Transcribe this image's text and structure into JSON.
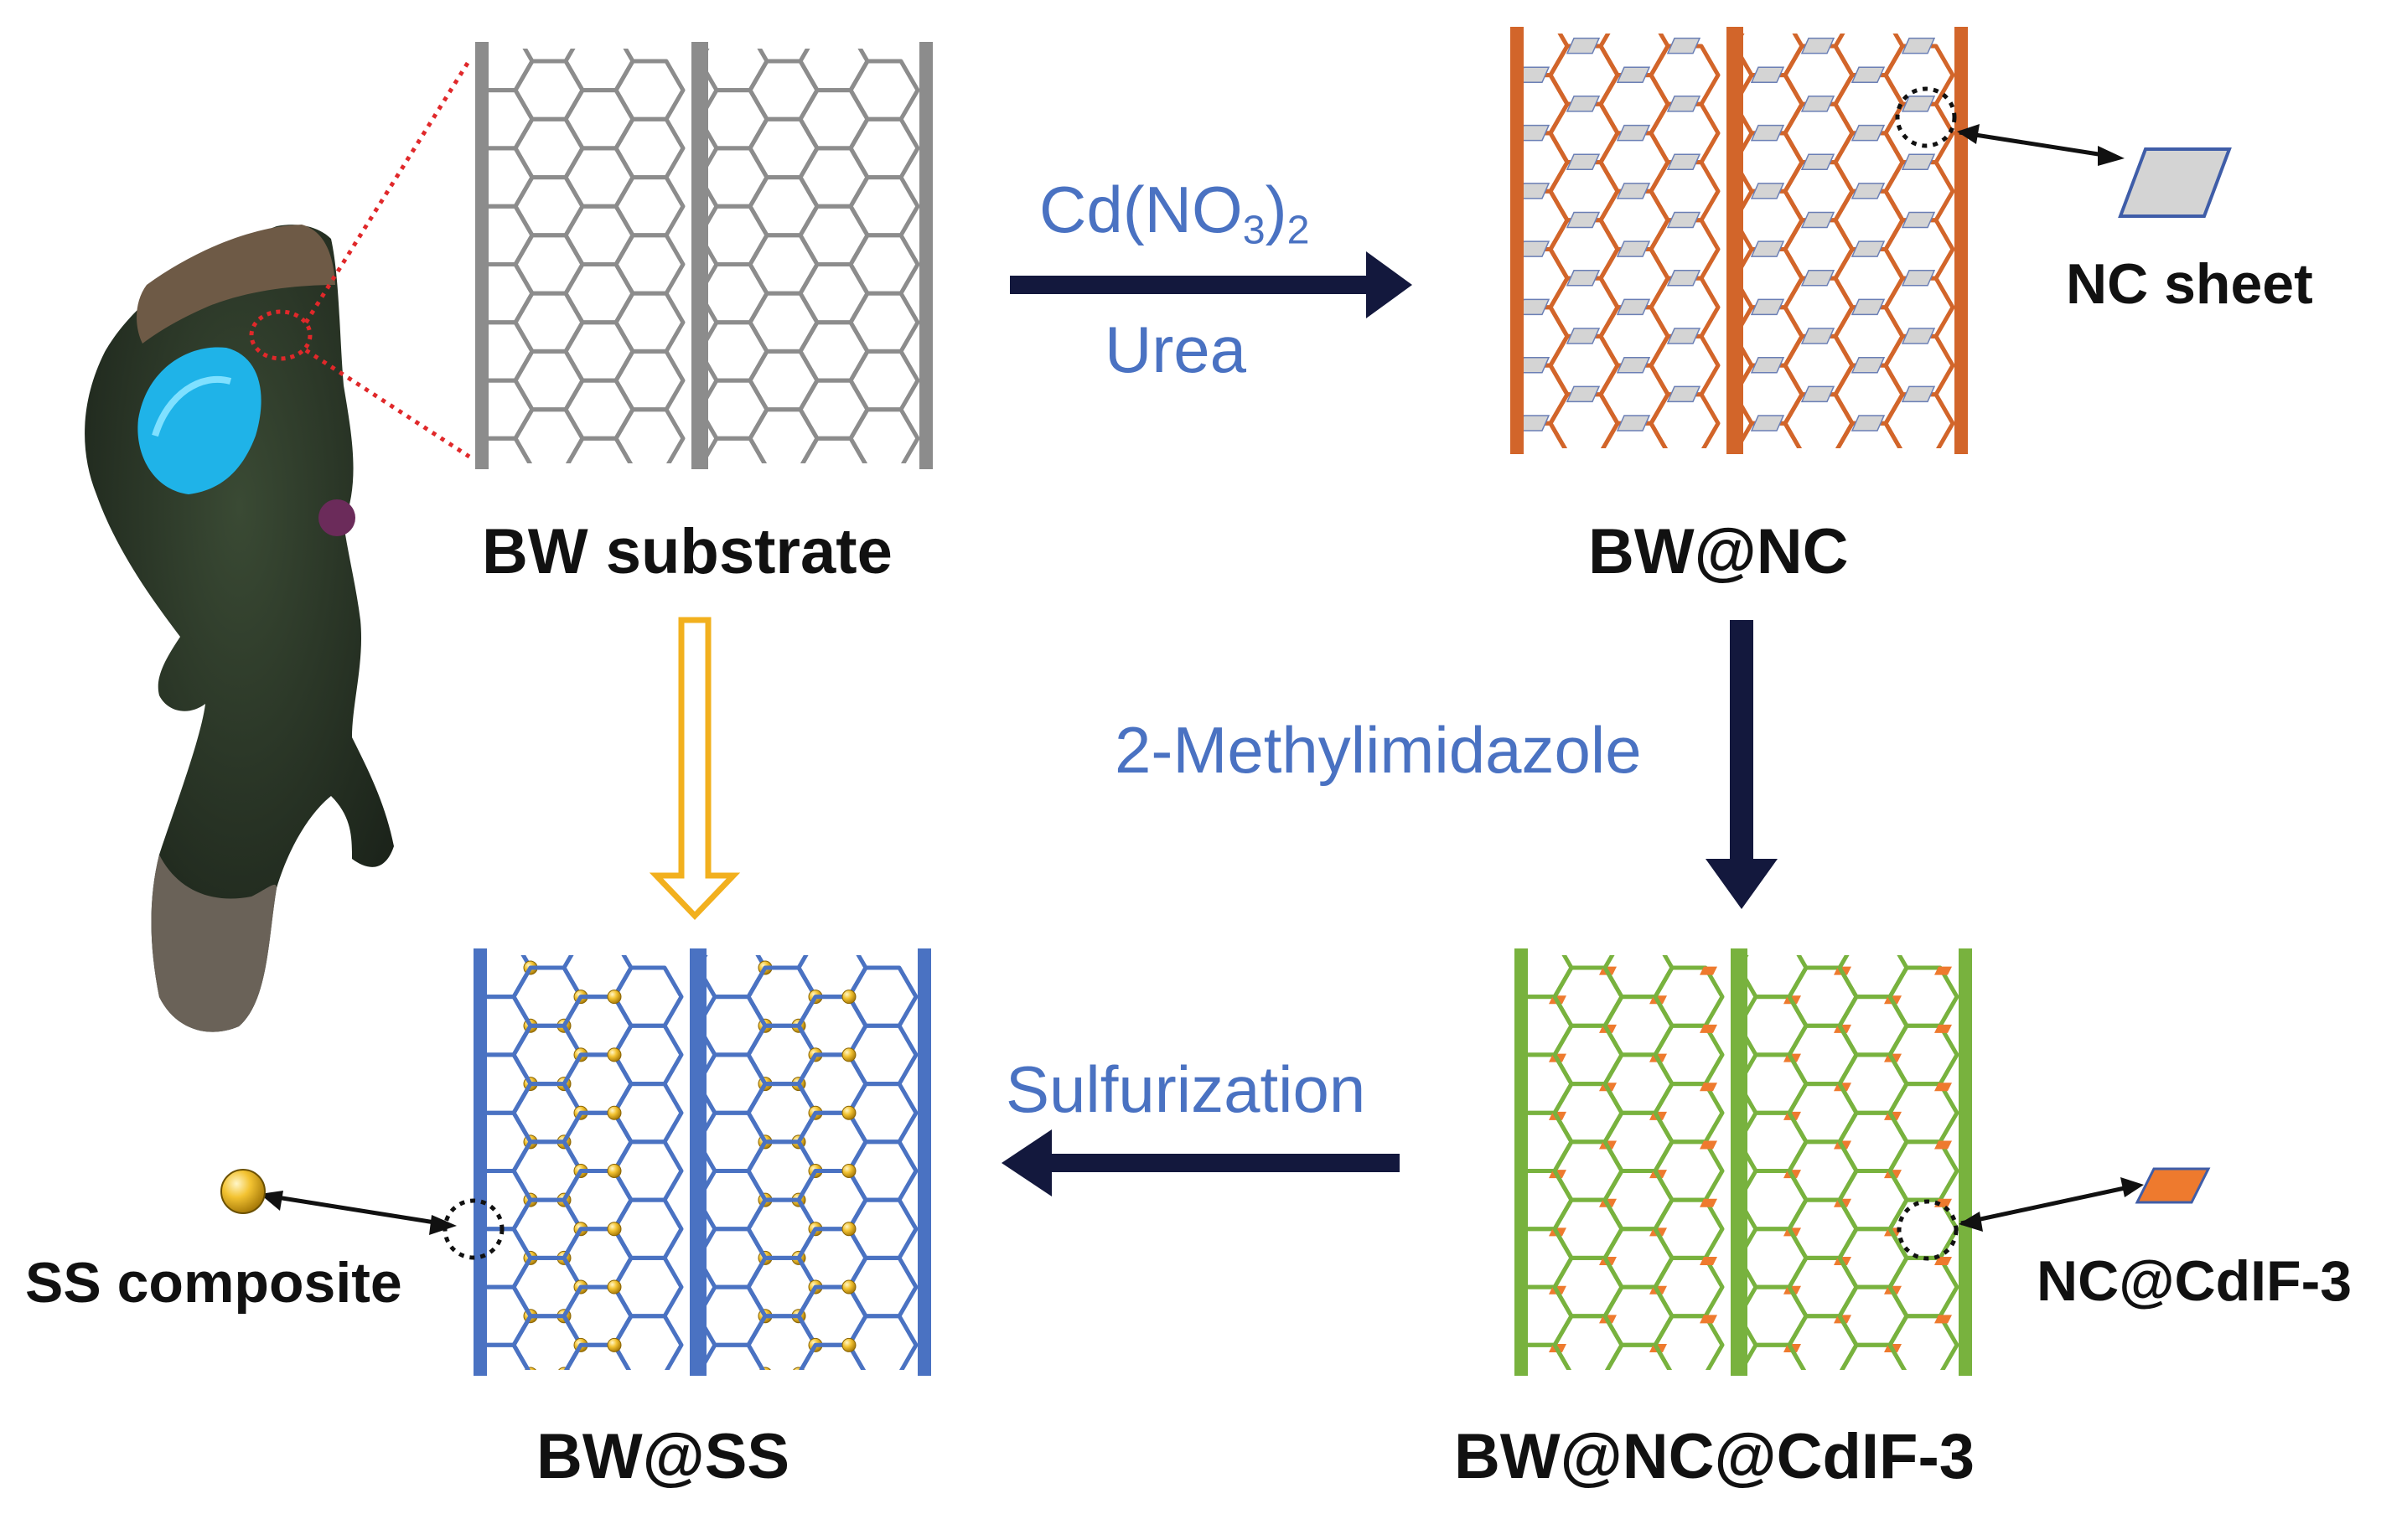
{
  "labels": {
    "bw_substrate": "BW substrate",
    "bw_nc": "BW@NC",
    "bw_nc_cdif3": "BW@NC@CdIF-3",
    "bw_ss": "BW@SS",
    "nc_sheet": "NC sheet",
    "nc_cdif3": "NC@CdIF-3",
    "ss_composite": "SS composite"
  },
  "reagents": {
    "cd_prefix": "Cd(NO",
    "cd_sub3": "3",
    "cd_close": ")",
    "cd_sub2": "2",
    "urea": "Urea",
    "methylimidazole": "2-Methylimidazole",
    "sulfurization": "Sulfurization"
  },
  "colors": {
    "grey_frame": "#8c8c8c",
    "orange_frame": "#d2652a",
    "green_frame": "#78b23e",
    "blue_frame": "#4a72c2",
    "dark_arrow": "#13183d",
    "yellow_arrow": "#f2b01e",
    "reagent_text": "#4a72c2",
    "nc_sheet_fill": "#d4d4d4",
    "cdif_fill": "#ee7a2e",
    "sphere_fill": "#f0be2c",
    "butterfly_blue": "#1fb3e8"
  },
  "icons": {
    "butterfly": "butterfly-wing-photo-icon",
    "nc_sheet": "grey-parallelogram-icon",
    "cdif": "orange-parallelogram-icon",
    "sphere": "yellow-sphere-icon"
  }
}
